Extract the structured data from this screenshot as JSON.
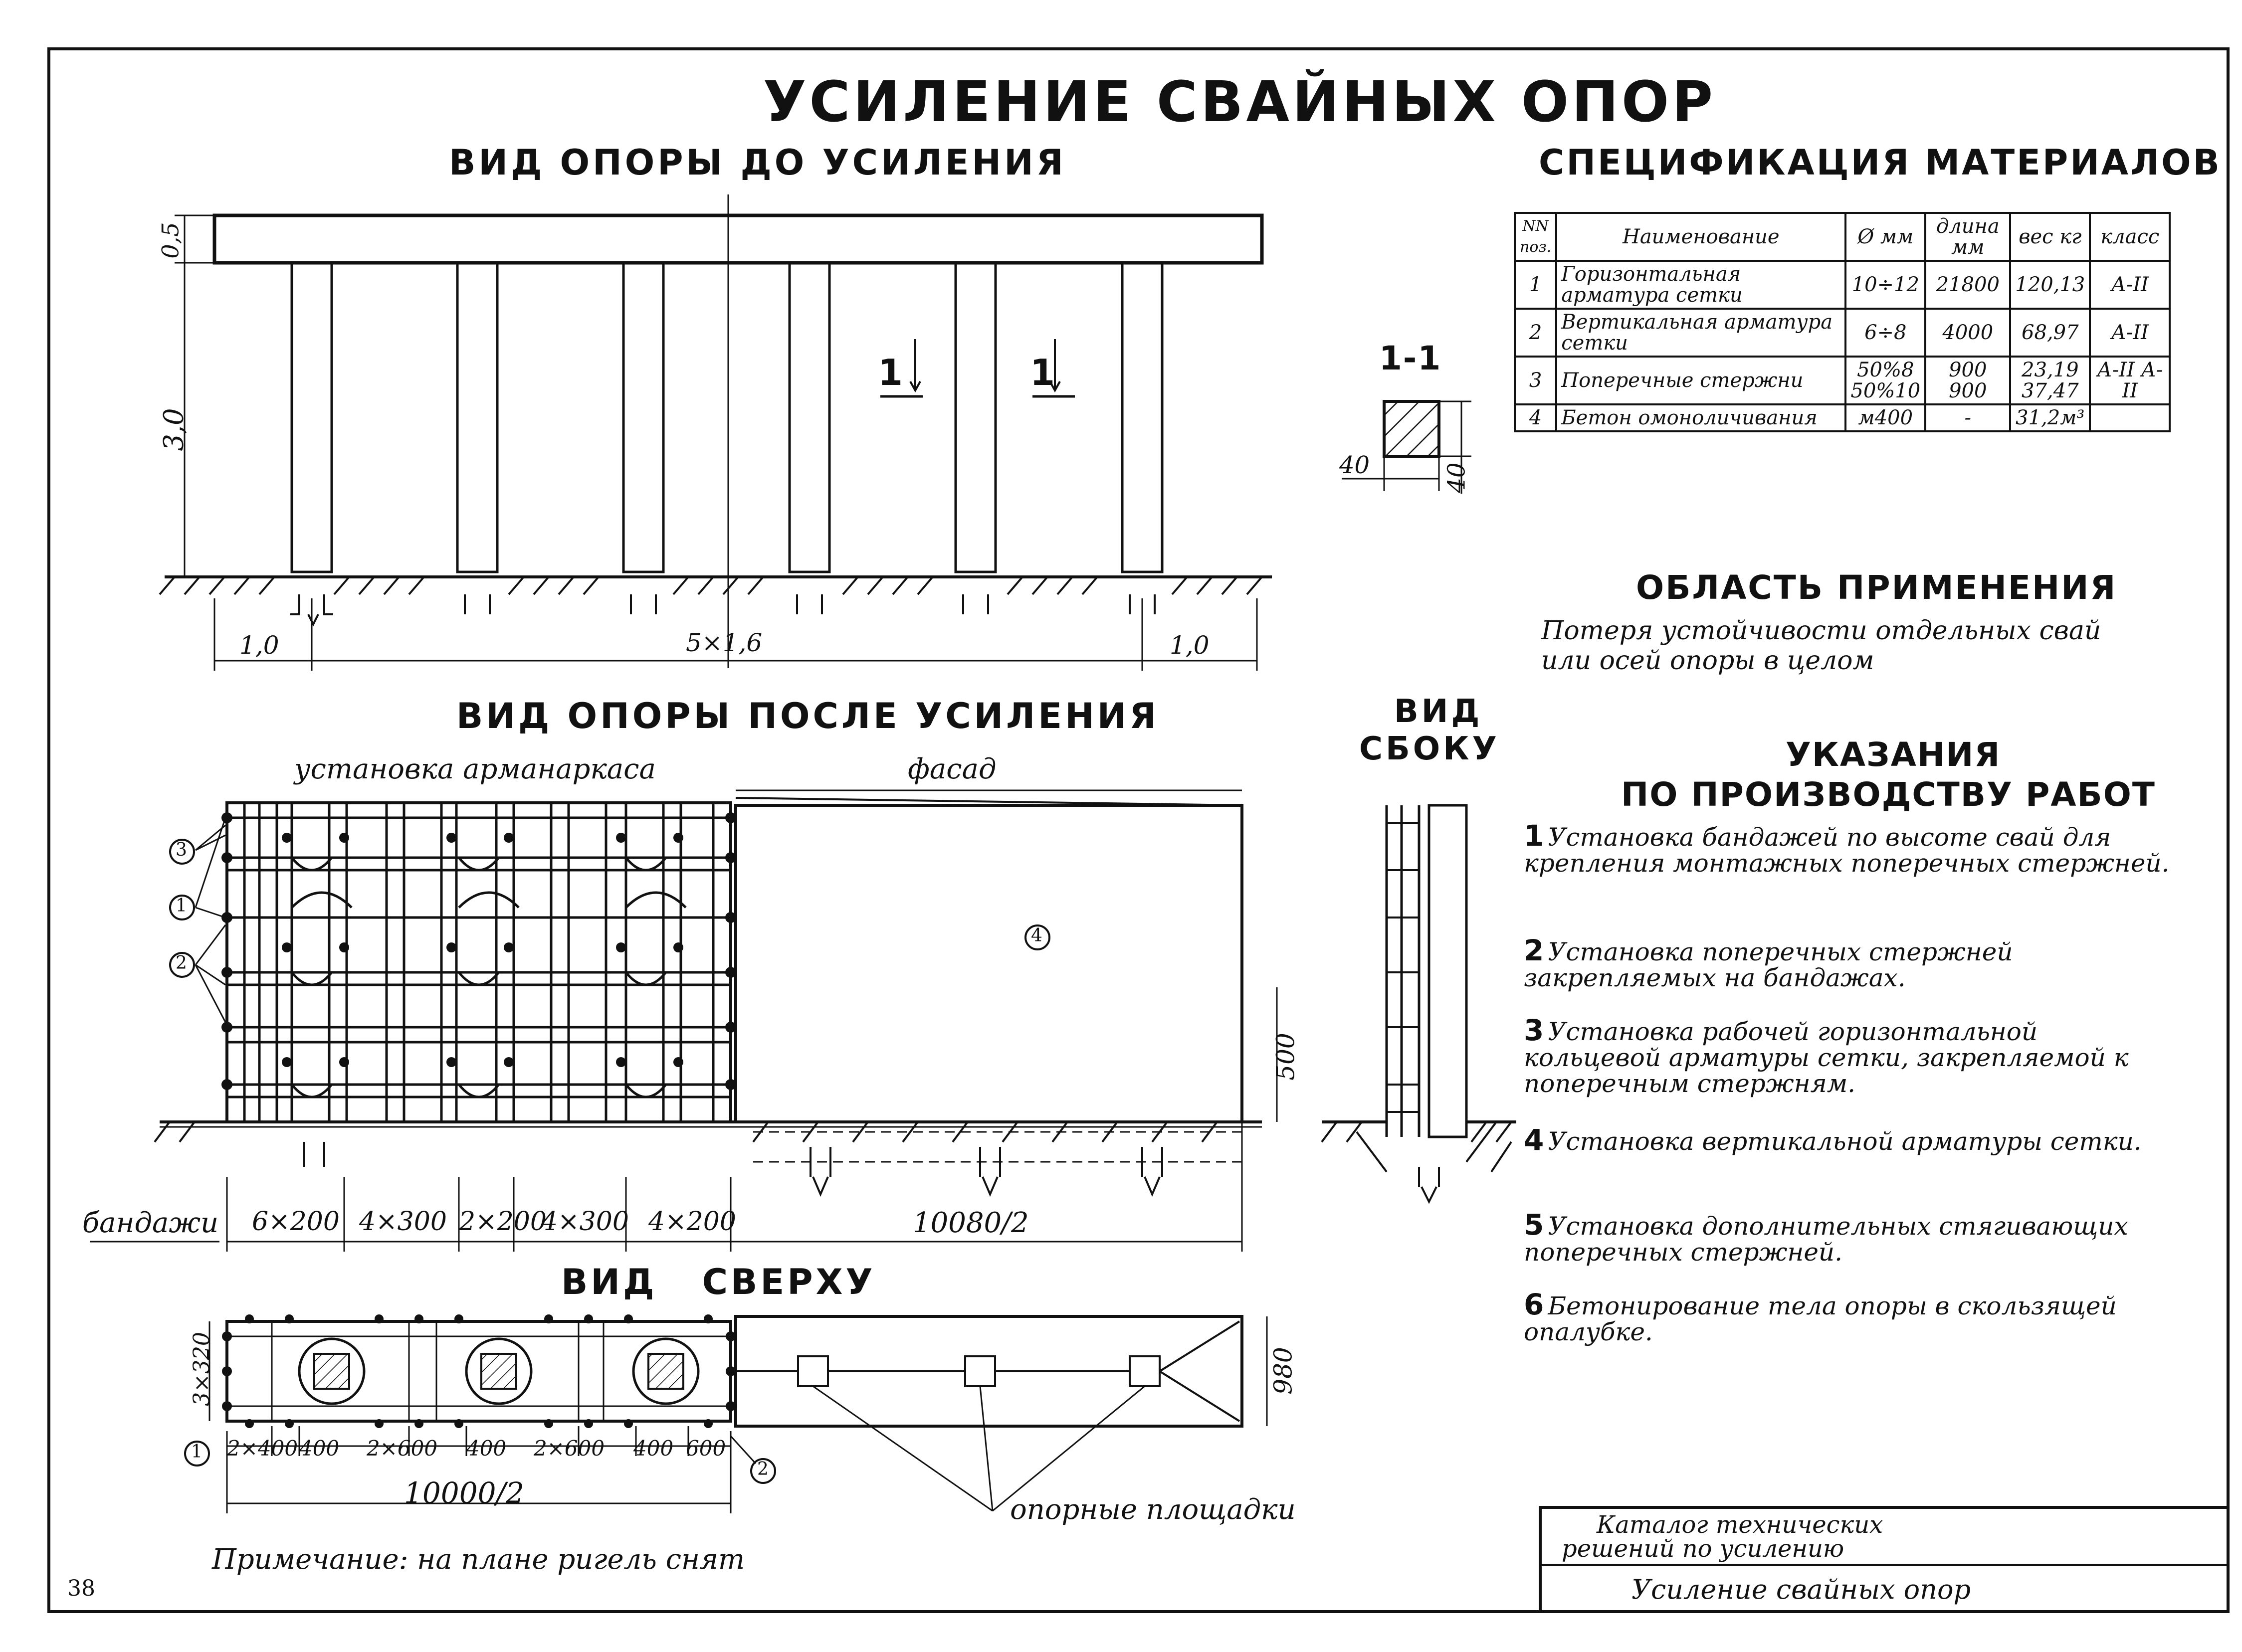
{
  "title": "УСИЛЕНИЕ СВАЙНЫХ ОПОР",
  "views": {
    "before": "ВИД ОПОРЫ ДО УСИЛЕНИЯ",
    "after": "ВИД ОПОРЫ ПОСЛЕ УСИЛЕНИЯ",
    "side_line1": "ВИД",
    "side_line2": "СБОКУ",
    "top": "ВИД СВЕРХУ"
  },
  "before_dims": {
    "cap_height": "0,5",
    "pile_height": "3,0",
    "left": "1,0",
    "middle": "5×1,6",
    "right": "1,0",
    "section_mark_1": "1",
    "section_mark_2": "1"
  },
  "section": {
    "label": "1-1",
    "width": "40",
    "height": "40"
  },
  "after_labels": {
    "left_caption": "установка арманаркаса",
    "right_caption": "фасад",
    "callout_3": "3",
    "callout_1": "1",
    "callout_2": "2",
    "callout_4": "4",
    "height_500": "500",
    "bandages": "бандажи",
    "dims": [
      "6×200",
      "4×300",
      "2×200",
      "4×300",
      "4×200"
    ],
    "facade_dim": "10080/2"
  },
  "top_view": {
    "left_dim": "3×320",
    "right_dim": "980",
    "dims": [
      "2×400",
      "400",
      "2×600",
      "400",
      "2×600",
      "400",
      "600"
    ],
    "total": "10000/2",
    "callout_1": "1",
    "callout_2": "2",
    "pads_label": "опорные площадки",
    "note": "Примечание: на плане ригель снят"
  },
  "spec": {
    "title": "СПЕЦИФИКАЦИЯ МАТЕРИАЛОВ",
    "headers": [
      "NN поз.",
      "Наименование",
      "Ø мм",
      "длина мм",
      "вес кг",
      "класс"
    ],
    "rows": [
      [
        "1",
        "Горизонтальная арматура сетки",
        "10÷12",
        "21800",
        "120,13",
        "А-II"
      ],
      [
        "2",
        "Вертикальная арматура сетки",
        "6÷8",
        "4000",
        "68,97",
        "А-II"
      ],
      [
        "3",
        "Поперечные стержни",
        "50%8 50%10",
        "900 900",
        "23,19 37,47",
        "А-II А-II"
      ],
      [
        "4",
        "Бетон омоноличивания",
        "м400",
        "-",
        "31,2м³",
        ""
      ]
    ]
  },
  "application": {
    "title": "ОБЛАСТЬ ПРИМЕНЕНИЯ",
    "line1": "Потеря устойчивости отдельных свай",
    "line2": "или осей опоры в целом"
  },
  "instructions": {
    "title_line1": "УКАЗАНИЯ",
    "title_line2": "ПО ПРОИЗВОДСТВУ РАБОТ",
    "items": [
      {
        "num": "1",
        "text": "Установка бандажей по высоте свай для крепления монтажных поперечных стержней."
      },
      {
        "num": "2",
        "text": "Установка поперечных стержней закрепляемых на бандажах."
      },
      {
        "num": "3",
        "text": "Установка рабочей горизонтальной кольцевой арматуры сетки, закрепляемой к поперечным стержням."
      },
      {
        "num": "4",
        "text": "Установка вертикальной арматуры сетки."
      },
      {
        "num": "5",
        "text": "Установка дополнительных стягивающих поперечных стержней."
      },
      {
        "num": "6",
        "text": "Бетонирование тела опоры в скользящей опалубке."
      }
    ]
  },
  "stamp": {
    "line1": "Каталог технических",
    "line2": "решений по усилению",
    "line3": "Усиление свайных опор"
  },
  "page_number": "38"
}
